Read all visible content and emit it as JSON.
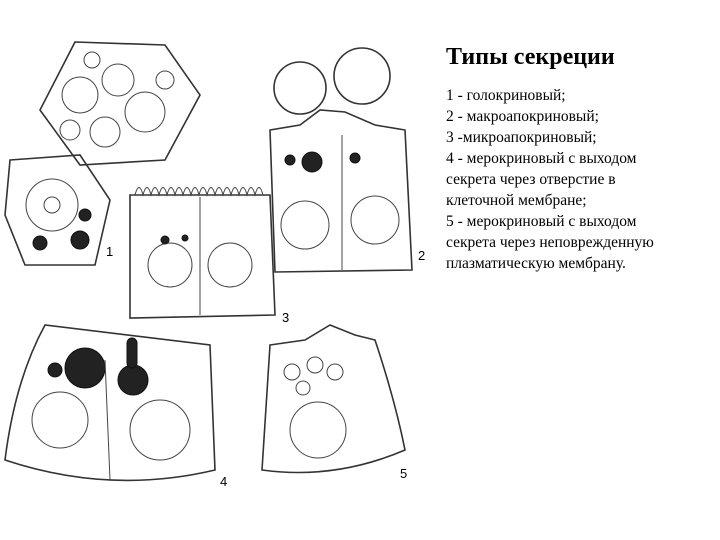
{
  "title": "Типы секреции",
  "legend": [
    "1 - голокриновый;",
    "2 - макроапокриновый;",
    "3 -микроапокриновый;",
    "4 - мерокриновый с выходом\nсекрета через отверстие в\nклеточной мембране;",
    "5 - мерокриновый с выходом\nсекрета через неповрежденную\nплазматическую мембрану."
  ],
  "figure_labels": {
    "l1": "1",
    "l2": "2",
    "l3": "3",
    "l4": "4",
    "l5": "5"
  }
}
